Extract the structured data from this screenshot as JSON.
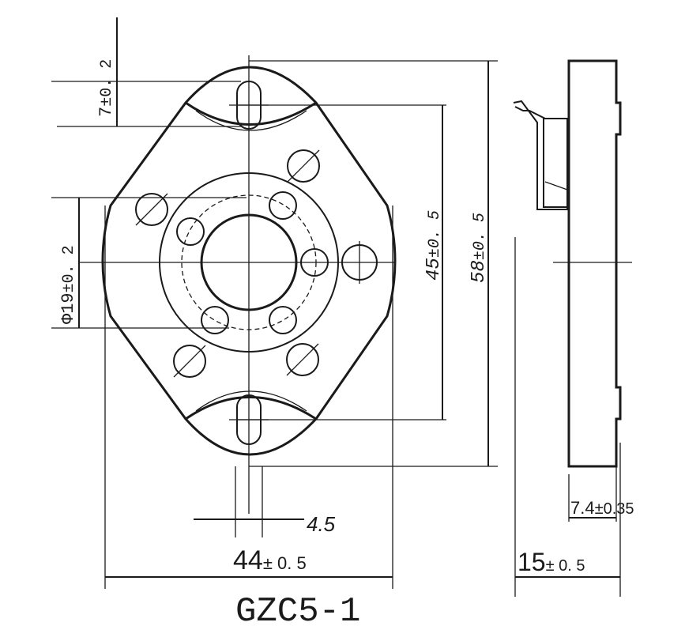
{
  "drawing": {
    "model": "GZC5-1",
    "dimensions": {
      "slot_pitch": {
        "value": "7",
        "tol": "±0. 2"
      },
      "bore_dia": {
        "value": "Φ19",
        "tol": "±0. 2"
      },
      "hole_span": {
        "value": "45",
        "tol": "±0. 5"
      },
      "overall_height": {
        "value": "58",
        "tol": "±0. 5"
      },
      "slot_width": {
        "value": "4.5"
      },
      "overall_width": {
        "value": "44",
        "tol": "± 0. 5"
      },
      "thickness": {
        "value": "15",
        "tol": "± 0. 5"
      },
      "flange_thickness": {
        "value": "7.4",
        "tol": "±0.35"
      }
    },
    "colors": {
      "line": "#1a1a1a",
      "background": "#ffffff"
    }
  }
}
